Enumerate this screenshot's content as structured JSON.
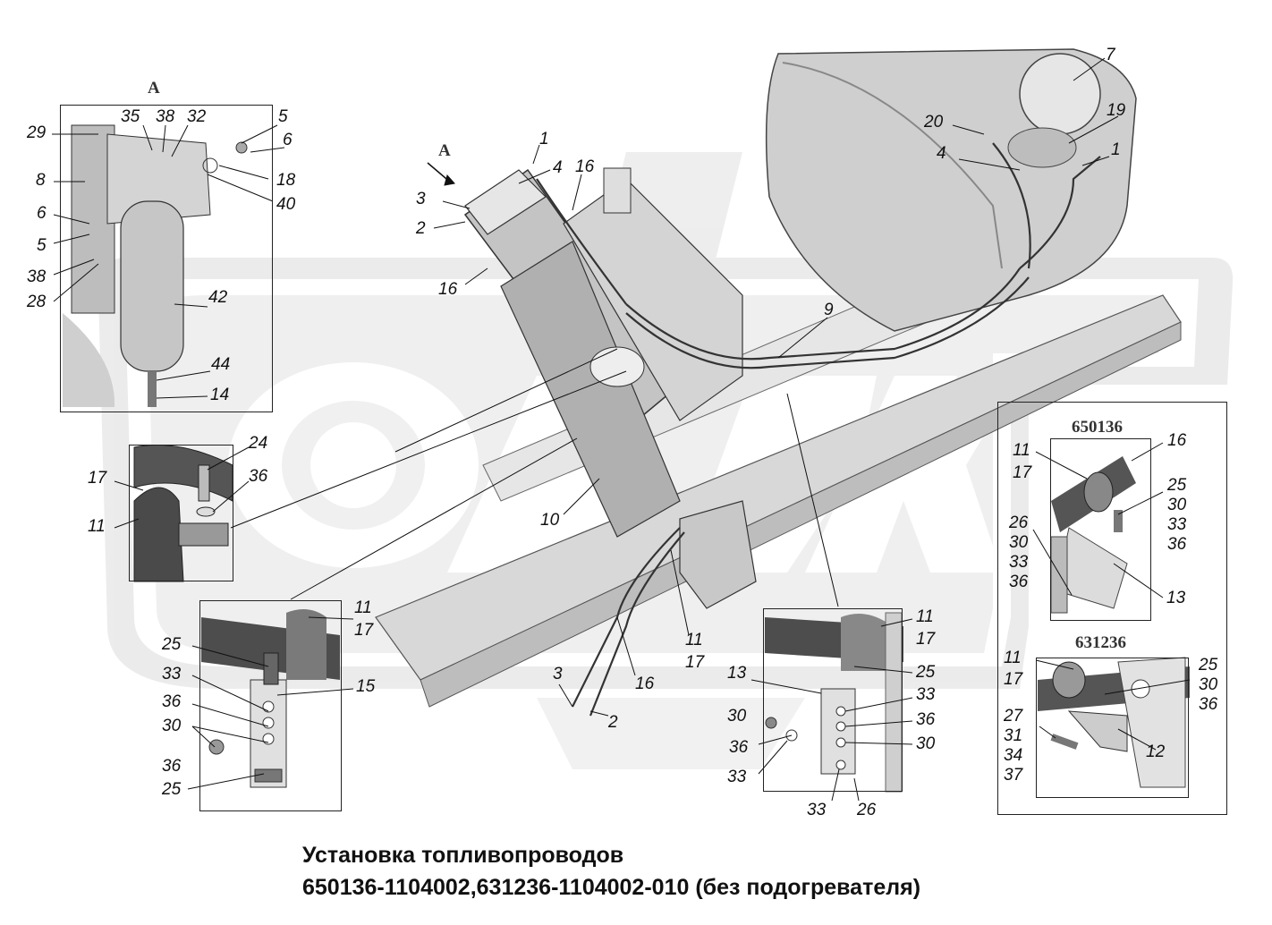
{
  "title_line1": "Установка топливопроводов",
  "title_line2": "650136-1104002,631236-1104002-010 (без подогревателя)",
  "view_labels": {
    "main_view": "А",
    "arrow_label": "А",
    "inset_650136": "650136",
    "inset_631236": "631236"
  },
  "callouts": [
    {
      "id": "a29",
      "text": "29"
    },
    {
      "id": "a35",
      "text": "35"
    },
    {
      "id": "a38",
      "text": "38"
    },
    {
      "id": "a32",
      "text": "32"
    },
    {
      "id": "a5",
      "text": "5"
    },
    {
      "id": "a6",
      "text": "6"
    },
    {
      "id": "a8",
      "text": "8"
    },
    {
      "id": "a18",
      "text": "18"
    },
    {
      "id": "a40",
      "text": "40"
    },
    {
      "id": "a6b",
      "text": "6"
    },
    {
      "id": "a5b",
      "text": "5"
    },
    {
      "id": "a38b",
      "text": "38"
    },
    {
      "id": "a28",
      "text": "28"
    },
    {
      "id": "a42",
      "text": "42"
    },
    {
      "id": "a44",
      "text": "44"
    },
    {
      "id": "a14",
      "text": "14"
    },
    {
      "id": "m1",
      "text": "1"
    },
    {
      "id": "m4",
      "text": "4"
    },
    {
      "id": "m16",
      "text": "16"
    },
    {
      "id": "m3",
      "text": "3"
    },
    {
      "id": "m2",
      "text": "2"
    },
    {
      "id": "m16b",
      "text": "16"
    },
    {
      "id": "m7",
      "text": "7"
    },
    {
      "id": "m20",
      "text": "20"
    },
    {
      "id": "m19",
      "text": "19"
    },
    {
      "id": "m4b",
      "text": "4"
    },
    {
      "id": "m1b",
      "text": "1"
    },
    {
      "id": "m9",
      "text": "9"
    },
    {
      "id": "m10",
      "text": "10"
    },
    {
      "id": "m11",
      "text": "11"
    },
    {
      "id": "m17",
      "text": "17"
    },
    {
      "id": "m3b",
      "text": "3"
    },
    {
      "id": "m16c",
      "text": "16"
    },
    {
      "id": "m2b",
      "text": "2"
    },
    {
      "id": "b24",
      "text": "24"
    },
    {
      "id": "b17",
      "text": "17"
    },
    {
      "id": "b36",
      "text": "36"
    },
    {
      "id": "b11",
      "text": "11"
    },
    {
      "id": "c11",
      "text": "11"
    },
    {
      "id": "c17",
      "text": "17"
    },
    {
      "id": "c25",
      "text": "25"
    },
    {
      "id": "c15",
      "text": "15"
    },
    {
      "id": "c33",
      "text": "33"
    },
    {
      "id": "c36",
      "text": "36"
    },
    {
      "id": "c30",
      "text": "30"
    },
    {
      "id": "c36b",
      "text": "36"
    },
    {
      "id": "c25b",
      "text": "25"
    },
    {
      "id": "d11",
      "text": "11"
    },
    {
      "id": "d17",
      "text": "17"
    },
    {
      "id": "d13",
      "text": "13"
    },
    {
      "id": "d25",
      "text": "25"
    },
    {
      "id": "d33",
      "text": "33"
    },
    {
      "id": "d30",
      "text": "30"
    },
    {
      "id": "d36",
      "text": "36"
    },
    {
      "id": "d36b",
      "text": "36"
    },
    {
      "id": "d30b",
      "text": "30"
    },
    {
      "id": "d33b",
      "text": "33"
    },
    {
      "id": "d33c",
      "text": "33"
    },
    {
      "id": "d26",
      "text": "26"
    },
    {
      "id": "e11",
      "text": "11"
    },
    {
      "id": "e17",
      "text": "17"
    },
    {
      "id": "e16",
      "text": "16"
    },
    {
      "id": "e25grp",
      "text": "25\n30\n33\n36"
    },
    {
      "id": "e26grp",
      "text": "26\n30\n33\n36"
    },
    {
      "id": "e13",
      "text": "13"
    },
    {
      "id": "f11",
      "text": "11"
    },
    {
      "id": "f17",
      "text": "17"
    },
    {
      "id": "f25grp",
      "text": "25\n30\n36"
    },
    {
      "id": "f27grp",
      "text": "27\n31\n34\n37"
    },
    {
      "id": "f12",
      "text": "12"
    }
  ]
}
